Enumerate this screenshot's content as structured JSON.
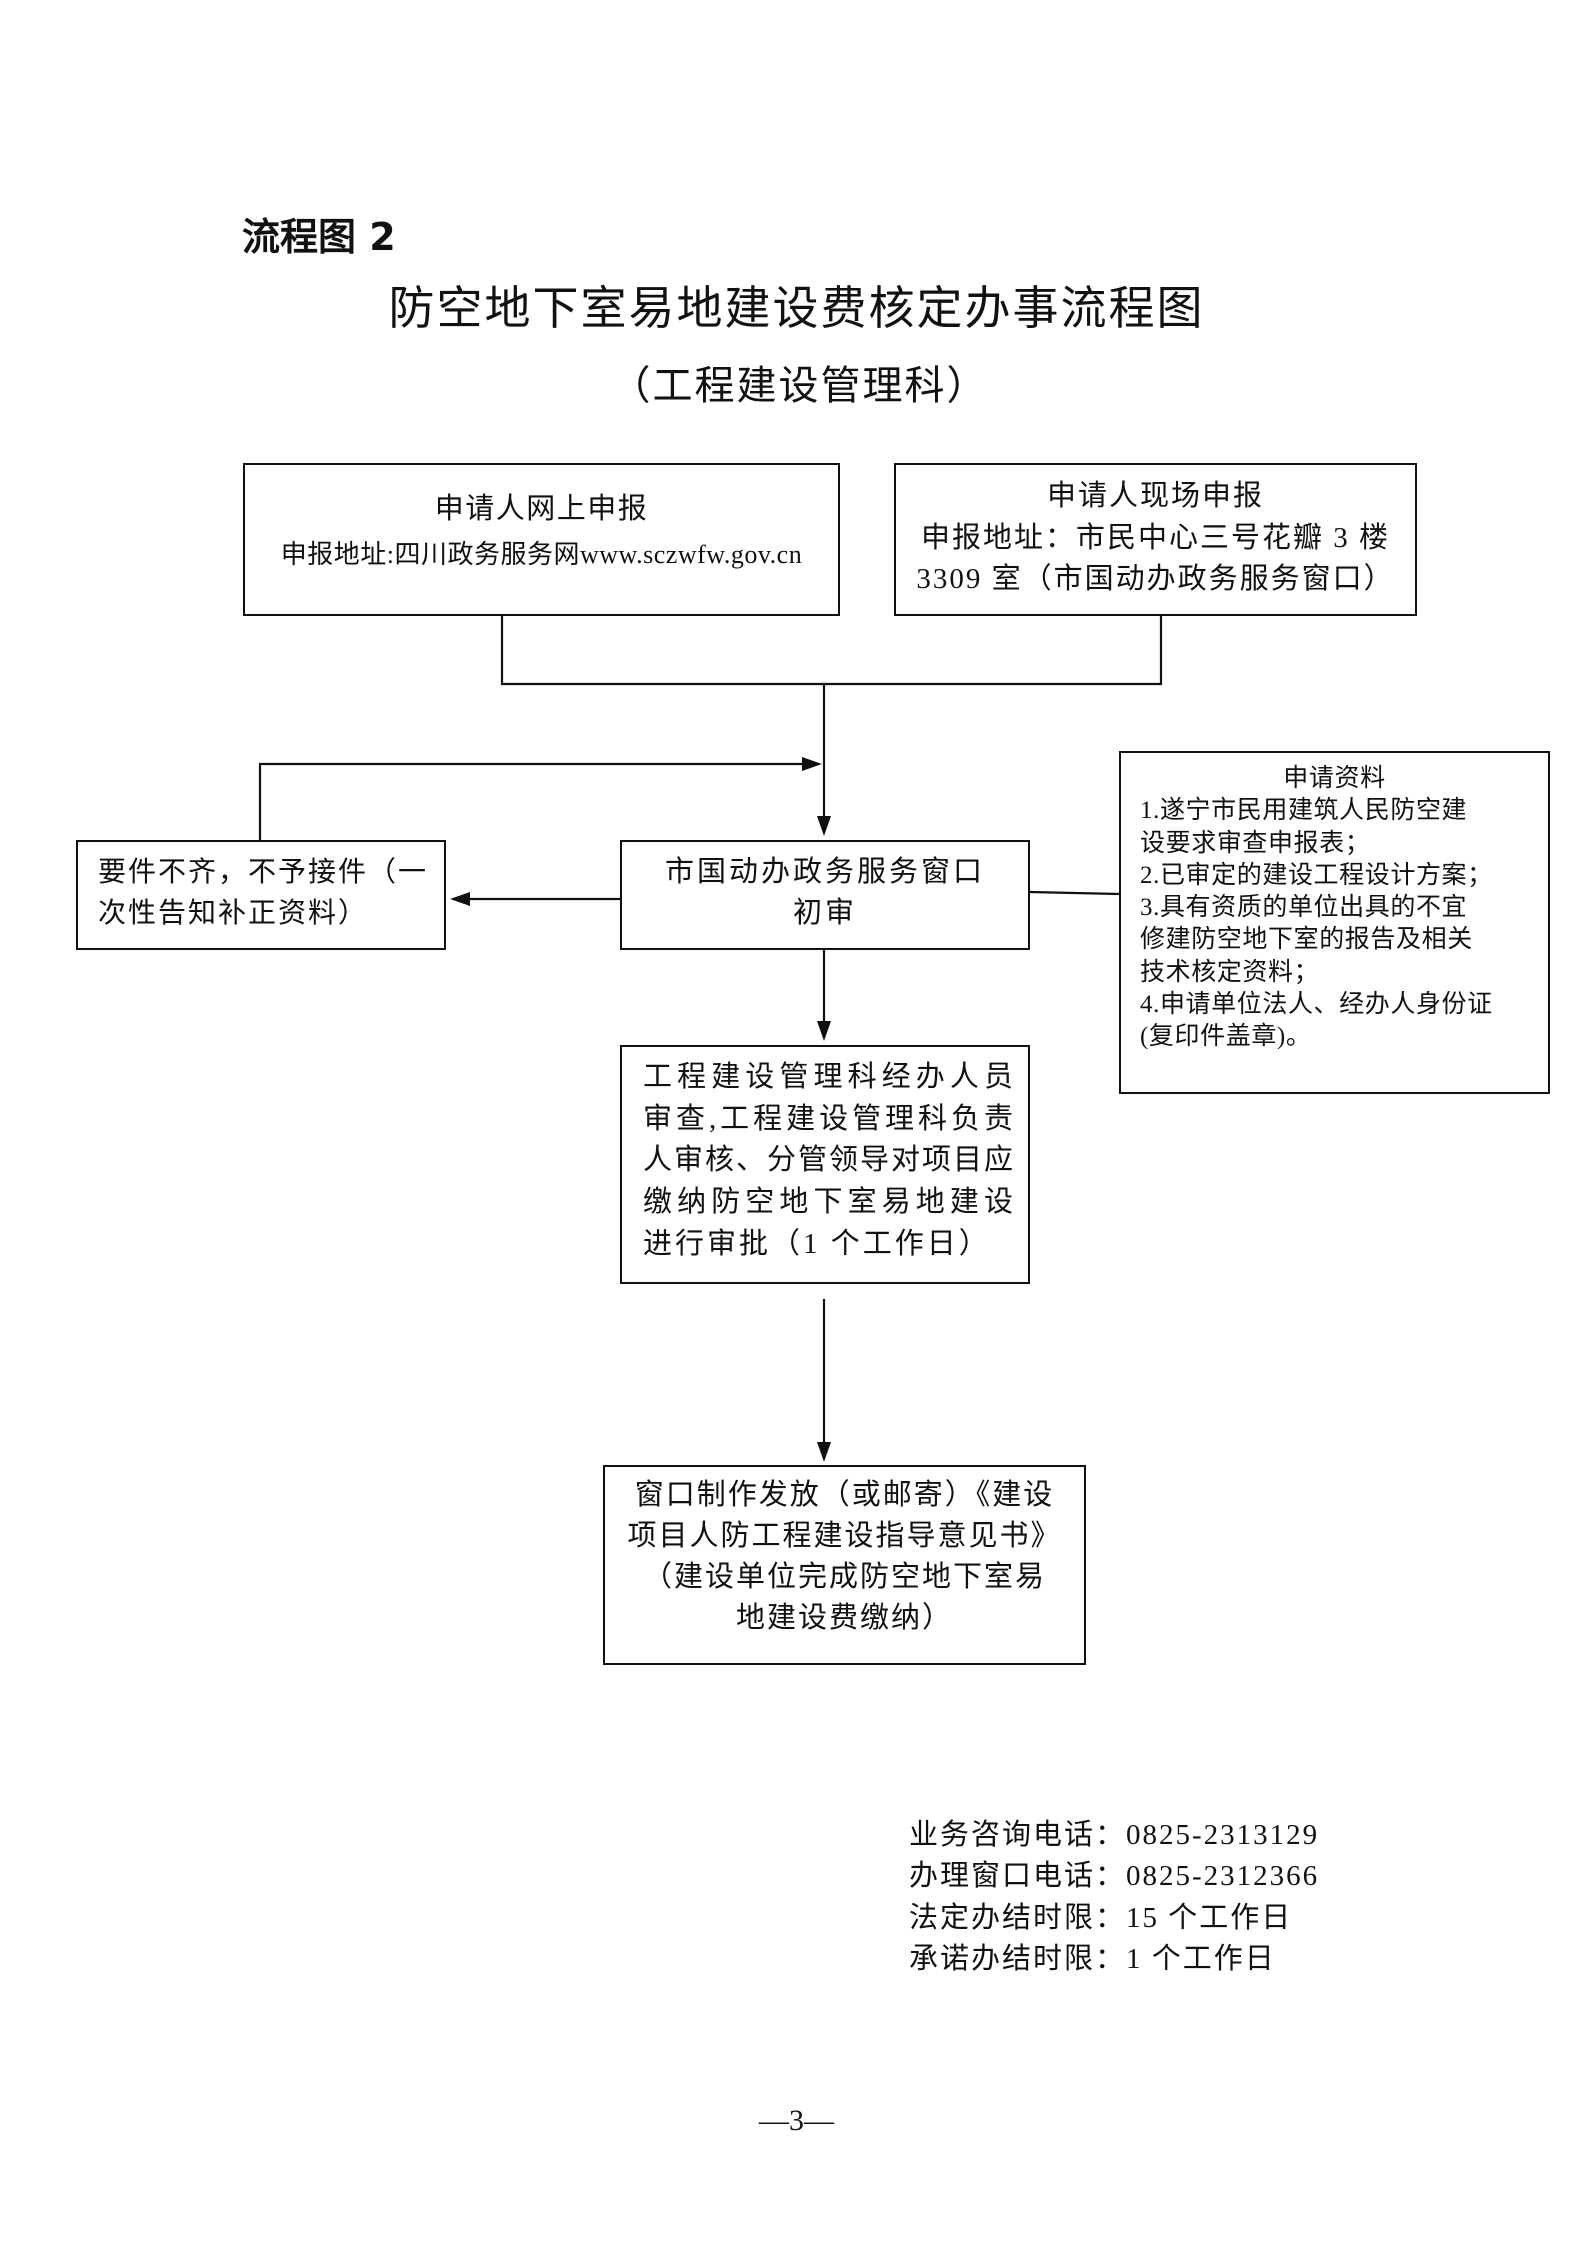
{
  "header": {
    "label": "流程图 2",
    "title": "防空地下室易地建设费核定办事流程图",
    "subtitle": "（工程建设管理科）"
  },
  "flow": {
    "online_submission": {
      "lines": [
        "申请人网上申报",
        "申报地址:四川政务服务网www.sczwfw.gov.cn"
      ]
    },
    "onsite_submission": {
      "lines": [
        "申请人现场申报",
        "申报地址：市民中心三号花瓣 3 楼",
        "3309 室（市国动办政务服务窗口）"
      ]
    },
    "rejection": {
      "lines": [
        "要件不齐，不予接件（一",
        "次性告知补正资料）"
      ]
    },
    "initial_review": {
      "lines": [
        "市国动办政务服务窗口",
        "初审"
      ]
    },
    "required_materials": {
      "title": "申请资料",
      "lines": [
        "1.遂宁市民用建筑人民防空建",
        "设要求审查申报表；",
        "2.已审定的建设工程设计方案；",
        "3.具有资质的单位出具的不宜",
        "修建防空地下室的报告及相关",
        "技术核定资料；",
        "4.申请单位法人、经办人身份证",
        "(复印件盖章)。"
      ]
    },
    "approval": {
      "lines": [
        "工程建设管理科经办人员",
        "审查,工程建设管理科负责",
        "人审核、分管领导对项目应",
        "缴纳防空地下室易地建设",
        "进行审批（1 个工作日）"
      ]
    },
    "issuance": {
      "lines": [
        "窗口制作发放（或邮寄）《建设",
        "项目人防工程建设指导意见书》",
        "（建设单位完成防空地下室易",
        "地建设费缴纳）"
      ]
    }
  },
  "footer": {
    "contacts": [
      "业务咨询电话：0825-2313129",
      "办理窗口电话：0825-2312366",
      "法定办结时限：15 个工作日",
      "承诺办结时限：1 个工作日"
    ],
    "page_number": "—3—"
  }
}
